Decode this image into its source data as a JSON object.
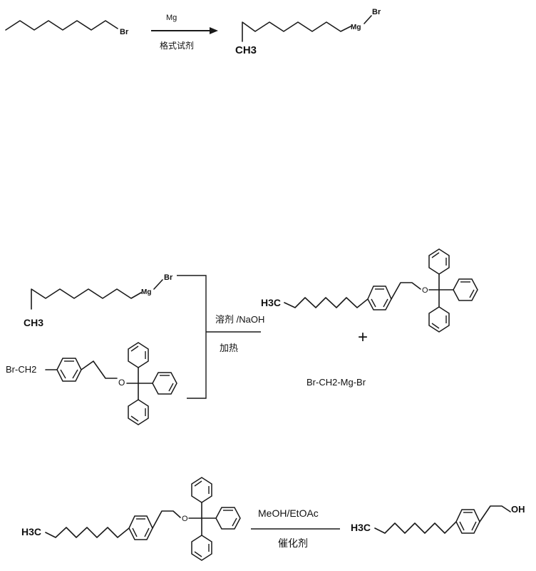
{
  "step1": {
    "reactant_label": "Br",
    "reagent_top": "Mg",
    "reagent_bottom": "格式试剂",
    "product_mg": "Mg",
    "product_br": "Br",
    "product_ch3": "CH3"
  },
  "step2": {
    "grignard_mg": "Mg",
    "grignard_br": "Br",
    "grignard_ch3": "CH3",
    "bromide_label": "Br-CH2",
    "ether_o": "O",
    "conditions_top": "溶剂 /NaOH",
    "conditions_bottom": "加热",
    "product_h3c": "H3C",
    "product_o": "O",
    "plus": "+",
    "byproduct": "Br-CH2-Mg-Br"
  },
  "step3": {
    "reactant_h3c": "H3C",
    "reactant_o": "O",
    "conditions_top": "MeOH/EtOAc",
    "conditions_bottom": "催化剂",
    "product_h3c": "H3C",
    "product_oh": "OH"
  }
}
